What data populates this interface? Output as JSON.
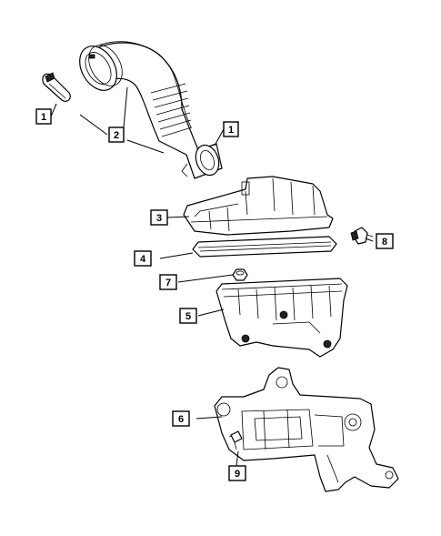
{
  "callouts": {
    "c1a": "1",
    "c1b": "1",
    "c2": "2",
    "c3": "3",
    "c4": "4",
    "c5": "5",
    "c6": "6",
    "c7": "7",
    "c8": "8",
    "c9": "9"
  }
}
